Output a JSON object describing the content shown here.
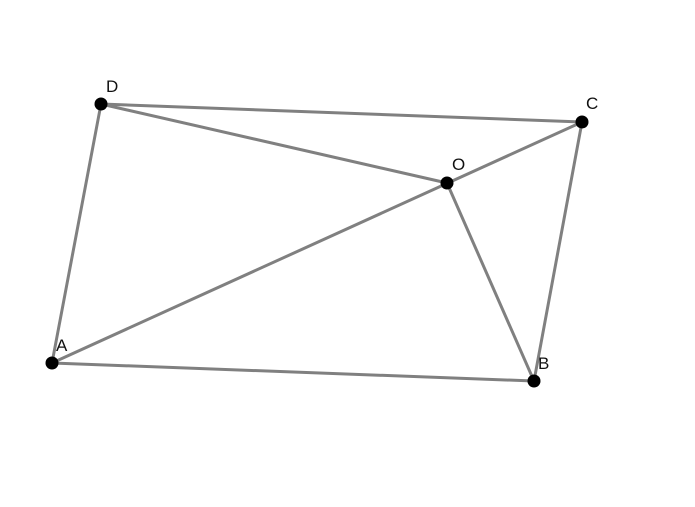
{
  "diagram": {
    "points": {
      "A": {
        "label": "A"
      },
      "B": {
        "label": "B"
      },
      "C": {
        "label": "C"
      },
      "D": {
        "label": "D"
      },
      "O": {
        "label": "O"
      }
    },
    "segments": [
      {
        "from": "A",
        "to": "B"
      },
      {
        "from": "B",
        "to": "C"
      },
      {
        "from": "C",
        "to": "D"
      },
      {
        "from": "D",
        "to": "A"
      },
      {
        "from": "A",
        "to": "C"
      },
      {
        "from": "D",
        "to": "O"
      },
      {
        "from": "O",
        "to": "B"
      }
    ],
    "colors": {
      "segment": "#808080",
      "point": "#000000",
      "label": "#111111",
      "background": "#ffffff"
    }
  }
}
